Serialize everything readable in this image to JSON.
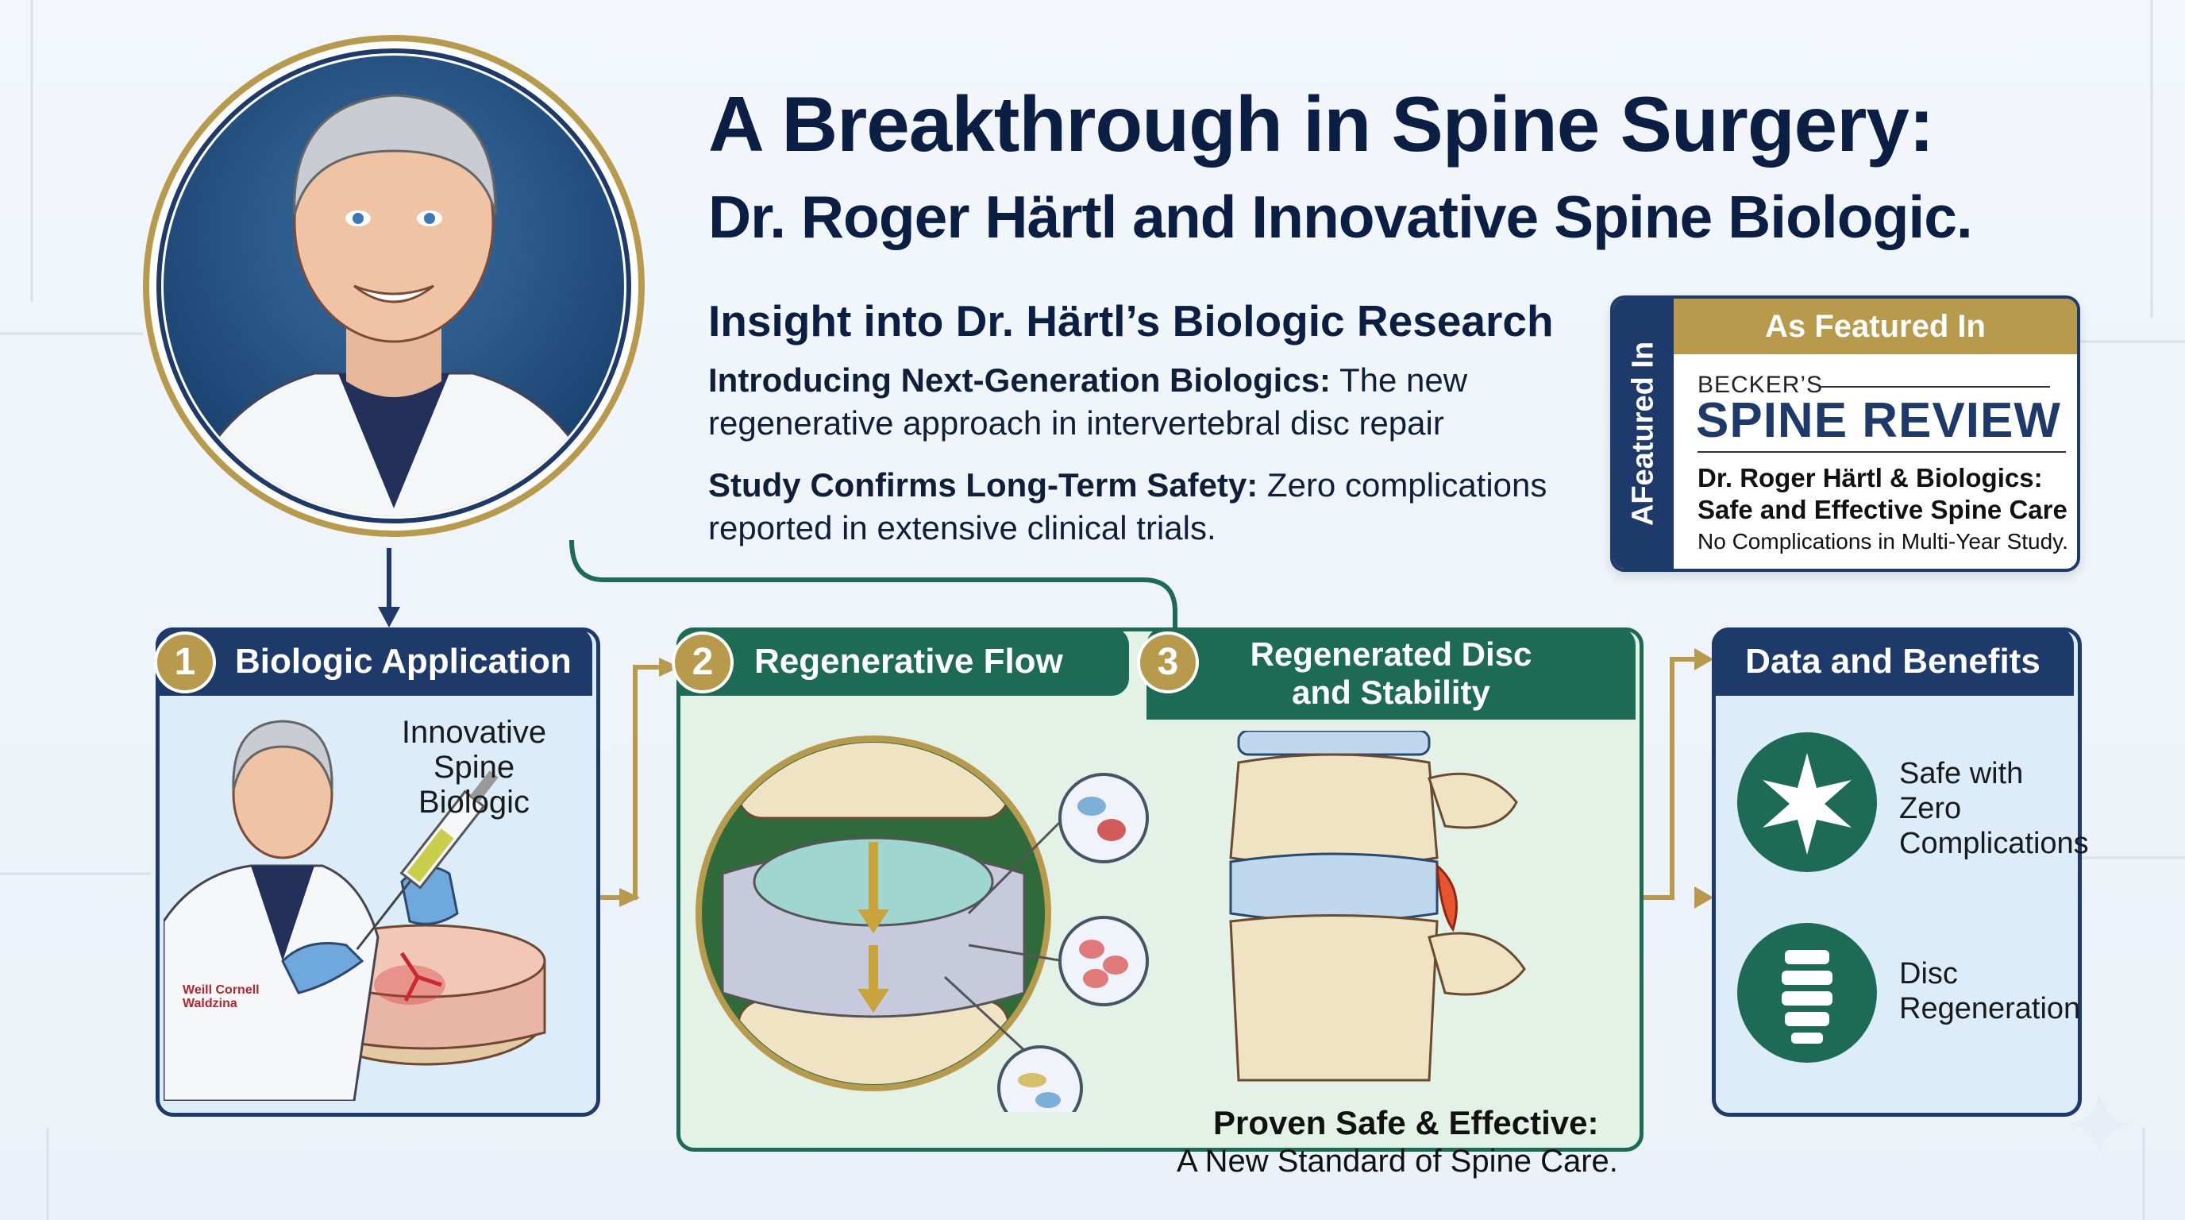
{
  "header": {
    "title_line1": "A Breakthrough in Spine Surgery:",
    "title_line2": "Dr. Roger Härtl and Innovative Spine Biologic."
  },
  "insight": {
    "heading": "Insight into Dr. Härtl’s Biologic Research",
    "bullet1_bold": "Introducing Next-Generation Biologics:",
    "bullet1_text": " The new regenerative approach in intervertebral disc repair",
    "bullet2_bold": "Study Confirms Long-Term Safety:",
    "bullet2_text": " Zero complications reported in extensive clinical trials."
  },
  "featured": {
    "side_label": "AFeatured In",
    "top_label": "As Featured In",
    "publication_small": "BECKER’S",
    "publication_big": "SPINE REVIEW",
    "headline": "Dr. Roger Härtl & Biologics: Safe and Effective Spine Care",
    "subline": "No Complications in Multi-Year Study."
  },
  "steps": [
    {
      "num": "1",
      "label": "Biologic Application"
    },
    {
      "num": "2",
      "label": "Regenerative Flow"
    },
    {
      "num": "3",
      "label_line1": "Regenerated Disc",
      "label_line2": "and Stability"
    },
    {
      "label": "Data and Benefits"
    }
  ],
  "panel1": {
    "callout_line1": "Innovative",
    "callout_line2": "Spine",
    "callout_line3": "Biologic",
    "coat_line1": "Weill Cornell",
    "coat_line2": "Waldzina"
  },
  "benefits": [
    {
      "line1": "Safe with",
      "line2": "Zero",
      "line3": "Complications",
      "icon": "star-icon"
    },
    {
      "line1": "Disc",
      "line2": "Regeneration",
      "icon": "spine-icon"
    }
  ],
  "footer": {
    "proven_bold": "Proven Safe & Effective:",
    "proven_text": "A New Standard of Spine Care."
  },
  "colors": {
    "navy": "#1e3a6b",
    "green": "#1d6b55",
    "gold": "#b89a4c"
  }
}
